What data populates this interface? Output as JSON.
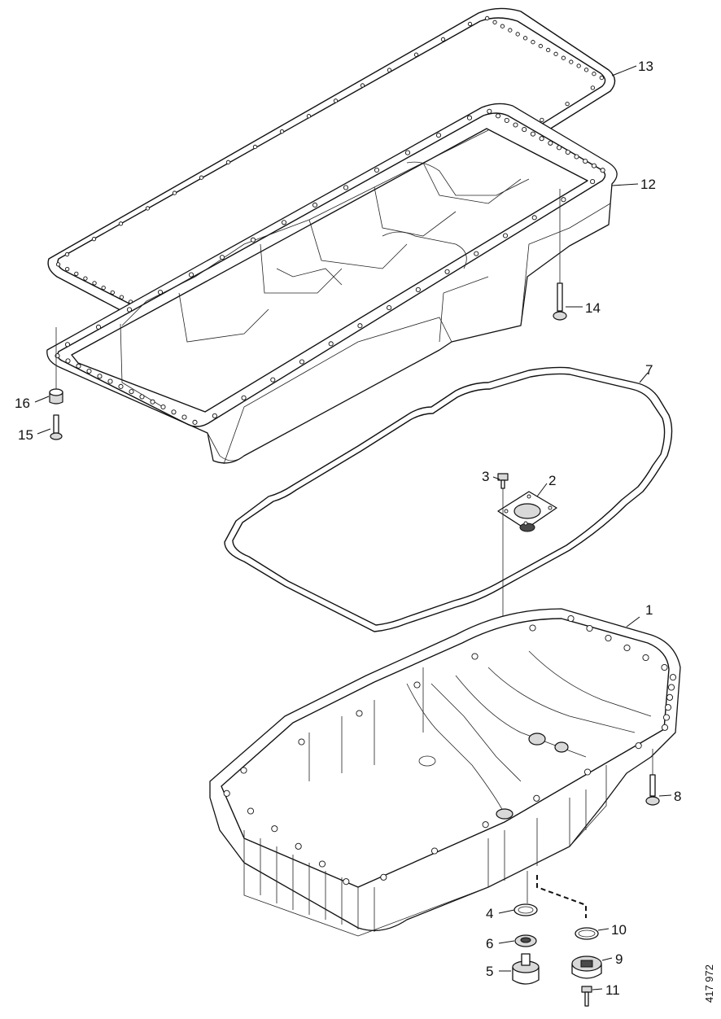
{
  "diagram": {
    "image_number": "417 972",
    "callouts": [
      {
        "id": "c1",
        "label": "1",
        "part": "oil-pan-lower"
      },
      {
        "id": "c2",
        "label": "2",
        "part": "cover-plate"
      },
      {
        "id": "c3",
        "label": "3",
        "part": "cover-screw"
      },
      {
        "id": "c4",
        "label": "4",
        "part": "drain-plug-seal-ring"
      },
      {
        "id": "c5",
        "label": "5",
        "part": "drain-plug"
      },
      {
        "id": "c6",
        "label": "6",
        "part": "drain-washer"
      },
      {
        "id": "c7",
        "label": "7",
        "part": "pan-gasket"
      },
      {
        "id": "c8",
        "label": "8",
        "part": "pan-bolt"
      },
      {
        "id": "c9",
        "label": "9",
        "part": "oil-level-sensor"
      },
      {
        "id": "c10",
        "label": "10",
        "part": "sensor-seal-ring"
      },
      {
        "id": "c11",
        "label": "11",
        "part": "sensor-screw"
      },
      {
        "id": "c12",
        "label": "12",
        "part": "oil-pan-upper"
      },
      {
        "id": "c13",
        "label": "13",
        "part": "upper-gasket"
      },
      {
        "id": "c14",
        "label": "14",
        "part": "upper-bolt"
      },
      {
        "id": "c15",
        "label": "15",
        "part": "upper-screw"
      },
      {
        "id": "c16",
        "label": "16",
        "part": "spacer-sleeve"
      }
    ]
  }
}
